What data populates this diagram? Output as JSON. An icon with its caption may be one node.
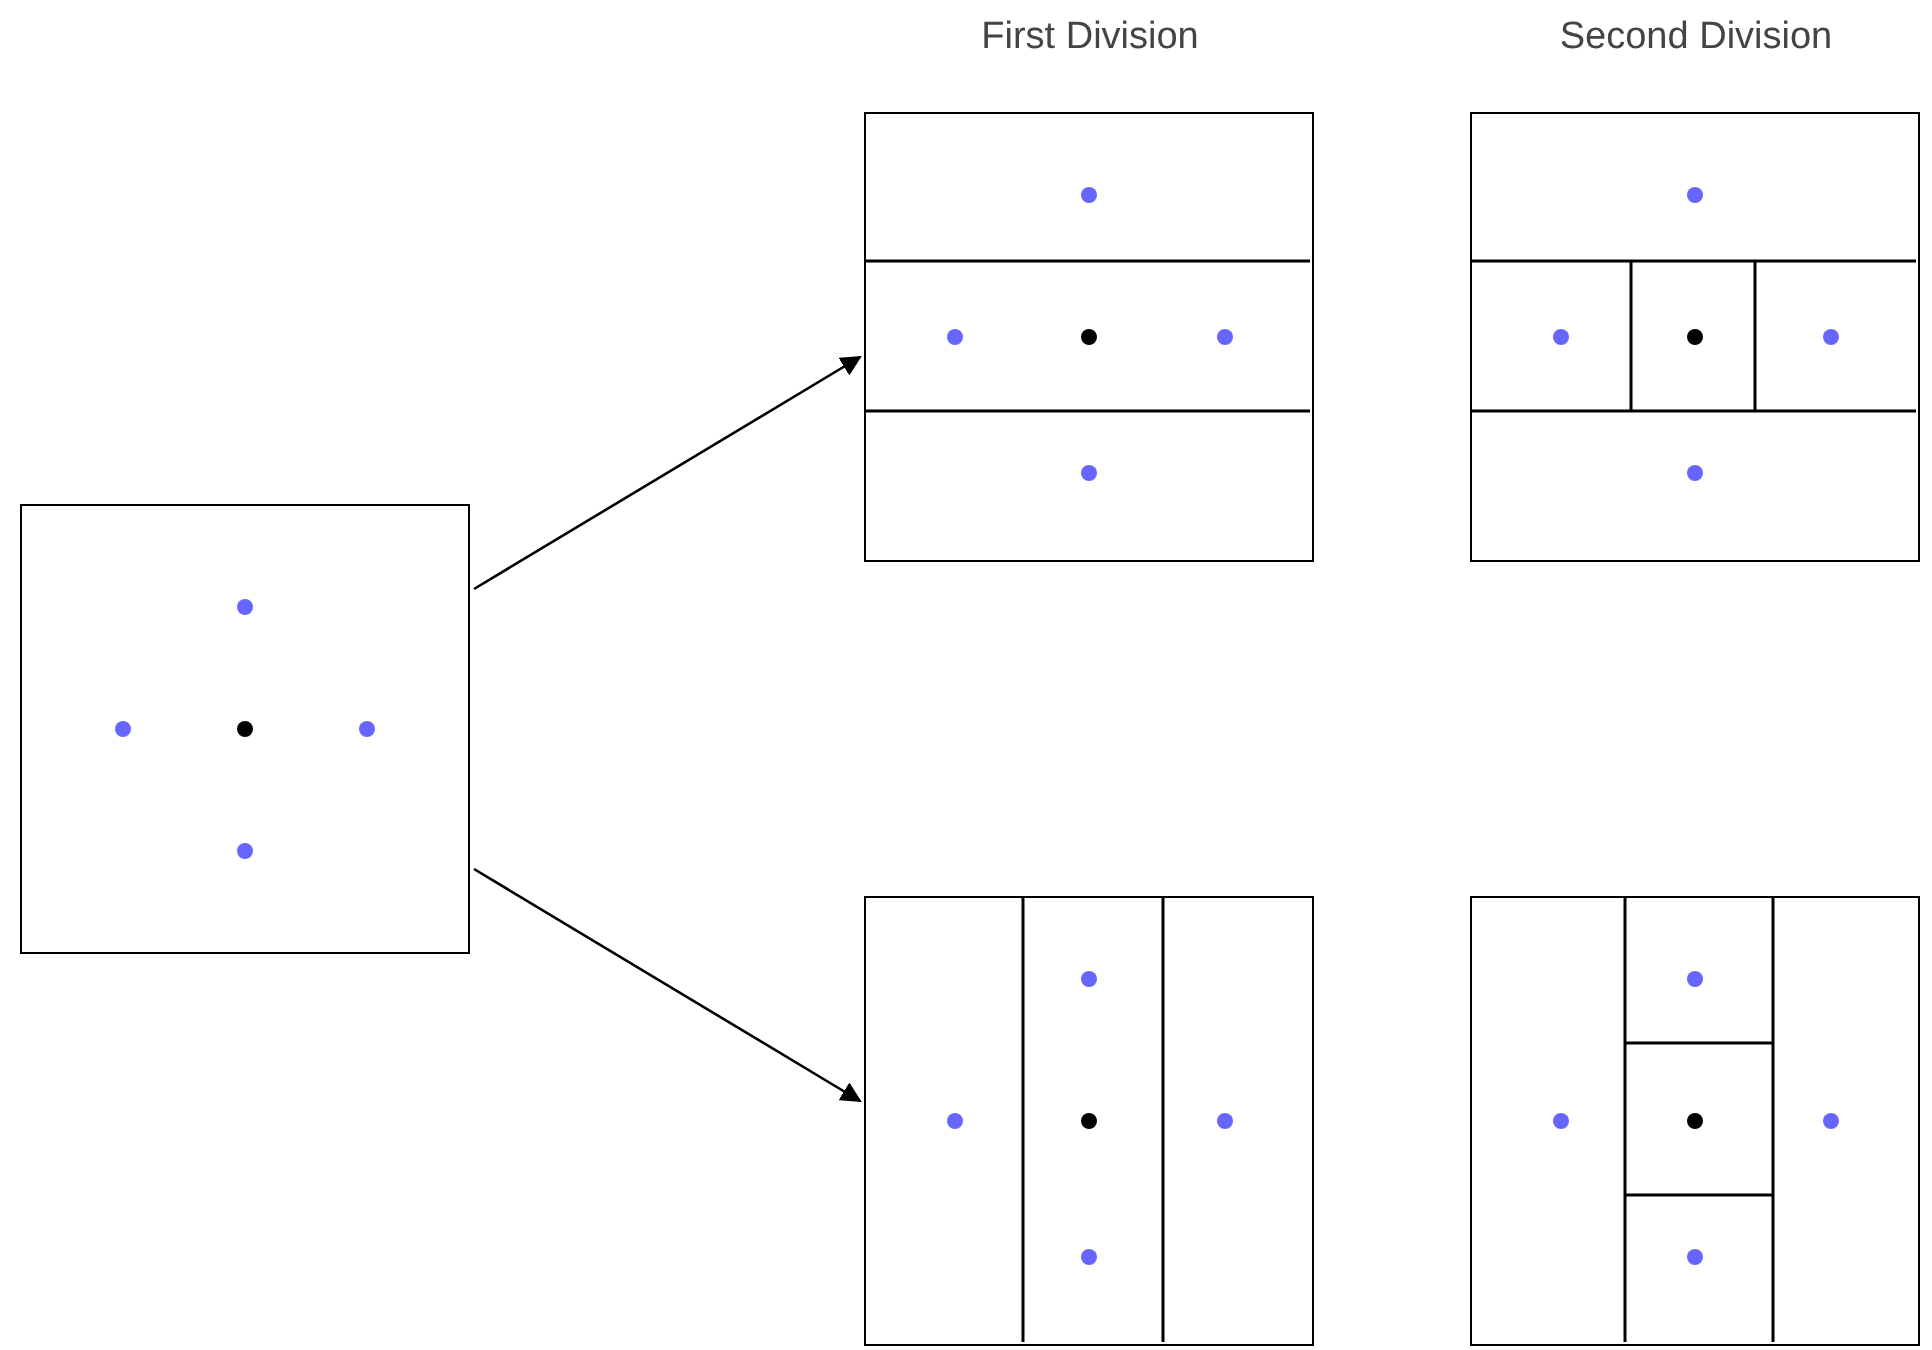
{
  "diagram": {
    "nodes": [
      {
        "text": [],
        "shape": "box"
      },
      {
        "text": [],
        "shape": "box"
      },
      {
        "text": [],
        "shape": "box"
      },
      {
        "text": [],
        "shape": "box"
      },
      {
        "text": [],
        "shape": "box"
      }
    ],
    "edges": [
      {
        "from": 0,
        "to": 1,
        "arrow": "to"
      },
      {
        "from": 0,
        "to": 3,
        "arrow": "to"
      }
    ],
    "labels": [
      "First Division",
      "Second Division"
    ]
  }
}
